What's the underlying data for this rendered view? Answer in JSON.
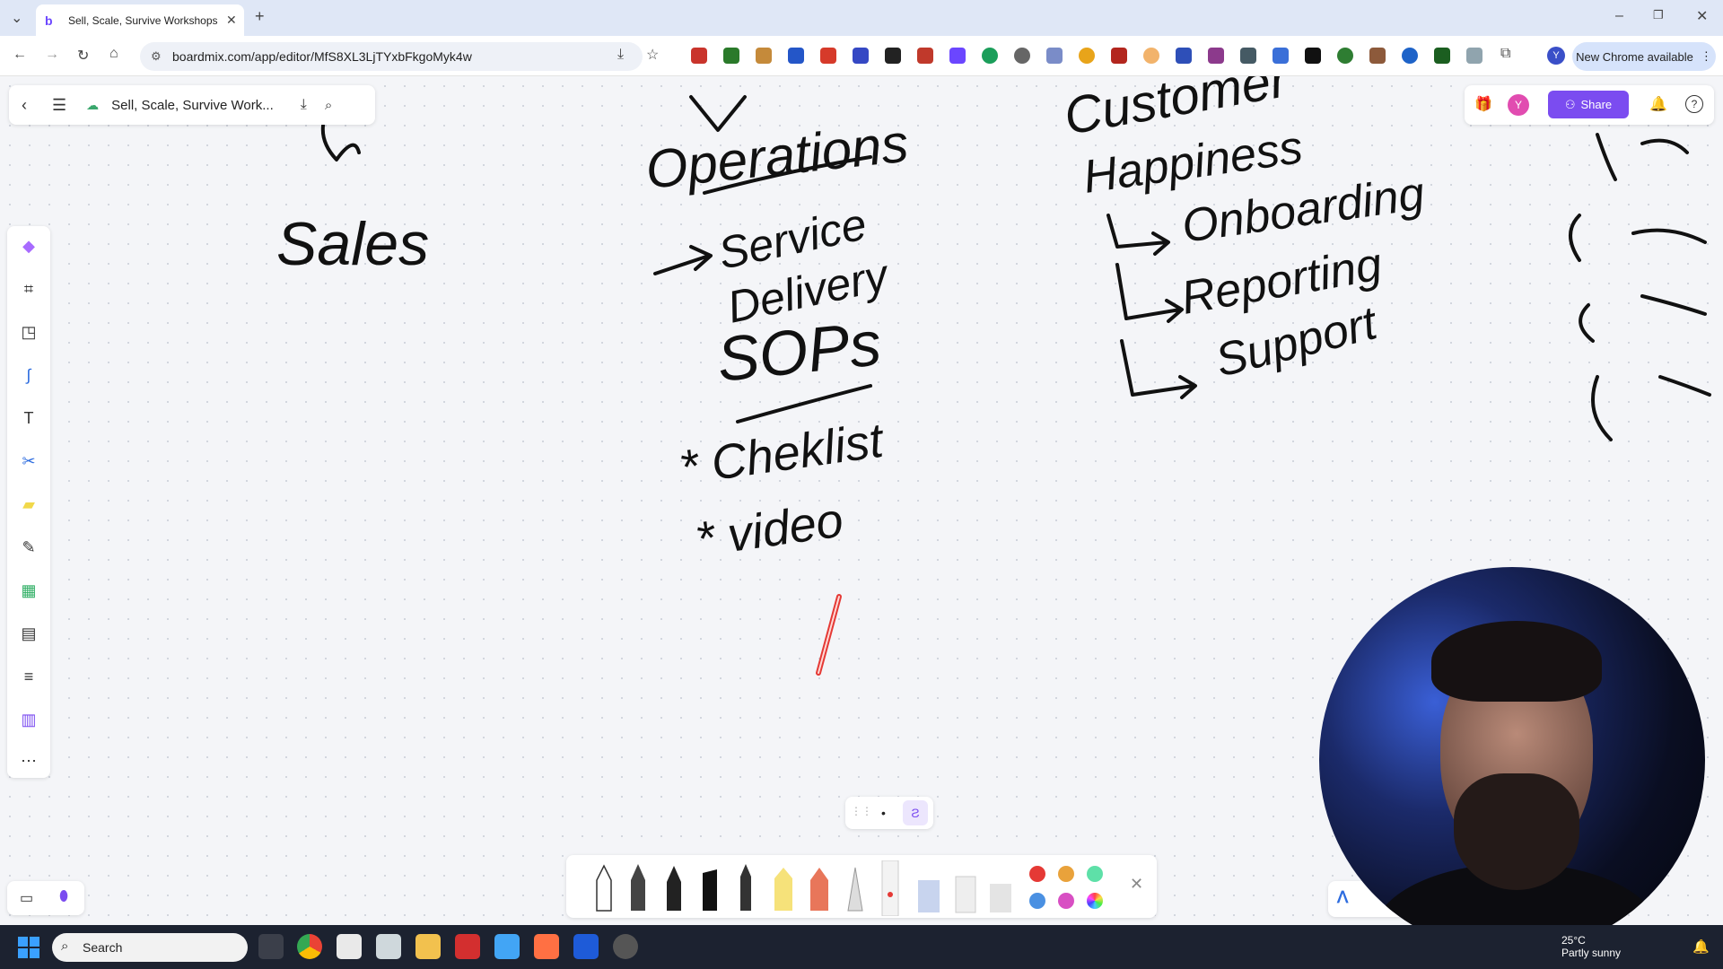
{
  "browser": {
    "tab_title": "Sell, Scale, Survive Workshops",
    "url": "boardmix.com/app/editor/MfS8XL3LjTYxbFkgoMyk4w",
    "new_chrome": "New Chrome available",
    "profile_initial": "Y"
  },
  "app": {
    "doc_title": "Sell, Scale, Survive Work...",
    "share_label": "Share",
    "avatar_initial": "Y"
  },
  "board": {
    "handwriting": {
      "sales": "Sales",
      "operations": "Operations",
      "service": "Service",
      "delivery": "Delivery",
      "sops": "SOPs",
      "checklist": "* Cheklist",
      "video": "* video",
      "customer": "Customer",
      "happiness": "Happiness",
      "onboarding": "Onboarding",
      "reporting": "Reporting",
      "support": "Support"
    }
  },
  "pen_toolbar": {
    "colors": [
      "#e53935",
      "#e9a23b",
      "#5ee0a8",
      "#4a90e2",
      "#d84fc3"
    ]
  },
  "taskbar": {
    "search_placeholder": "Search",
    "temperature": "25°C",
    "weather": "Partly sunny"
  }
}
